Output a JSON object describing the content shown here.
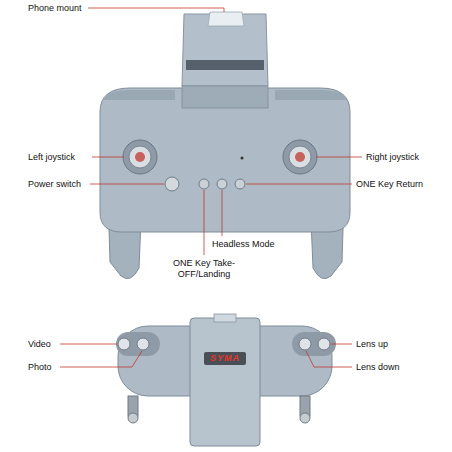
{
  "diagram": {
    "labels": [
      "Phone mount",
      "Left joystick",
      "Right joystick",
      "Power switch",
      "ONE Key Return",
      "Headless Mode",
      "ONE Key Take- OFF/Landing",
      "Video",
      "Lens up",
      "SYMA",
      "Photo",
      "Lens down"
    ]
  }
}
